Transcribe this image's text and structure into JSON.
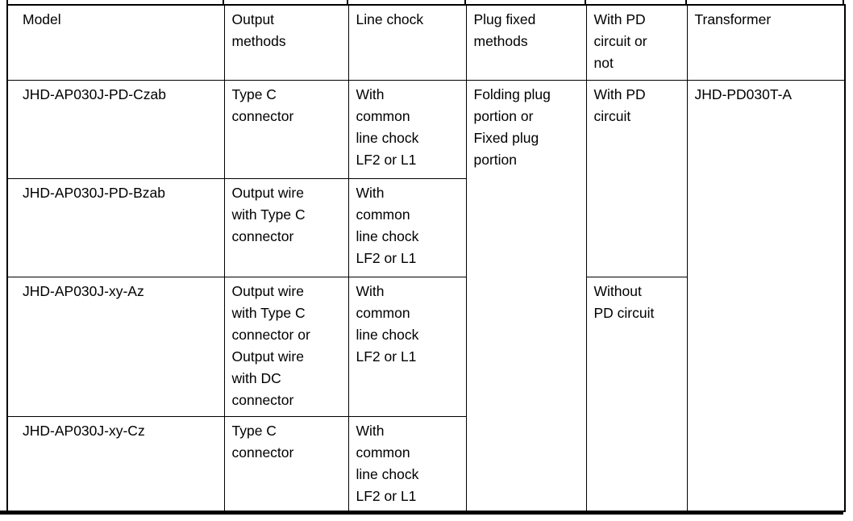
{
  "table": {
    "header": {
      "model": "Model",
      "output_methods": "Output\nmethods",
      "line_chock": "Line chock",
      "plug_fixed_methods": "Plug fixed\nmethods",
      "pd_circuit_or_not": "With PD\ncircuit or\nnot",
      "transformer": "Transformer"
    },
    "rows": [
      {
        "model": "JHD-AP030J-PD-Czab",
        "output_method": "Type C\nconnector",
        "line_chock": "With\ncommon\nline chock\nLF2 or L1"
      },
      {
        "model": "JHD-AP030J-PD-Bzab",
        "output_method": "Output wire\nwith Type C\nconnector",
        "line_chock": "With\ncommon\nline chock\nLF2 or L1"
      },
      {
        "model": "JHD-AP030J-xy-Az",
        "output_method": "Output wire\nwith Type C\nconnector or\nOutput wire\nwith DC\nconnector",
        "line_chock": "With\ncommon\nline chock\nLF2 or L1"
      },
      {
        "model": "JHD-AP030J-xy-Cz",
        "output_method": "Type C\nconnector",
        "line_chock": "With\ncommon\nline chock\nLF2 or L1"
      }
    ],
    "merged": {
      "plug_fixed": "Folding plug\nportion or\nFixed plug\nportion",
      "with_pd": "With PD\ncircuit",
      "without_pd": "Without\nPD circuit",
      "transformer": "JHD-PD030T-A"
    },
    "colors": {
      "border": "#000000",
      "text": "#000000",
      "background": "#ffffff"
    }
  }
}
